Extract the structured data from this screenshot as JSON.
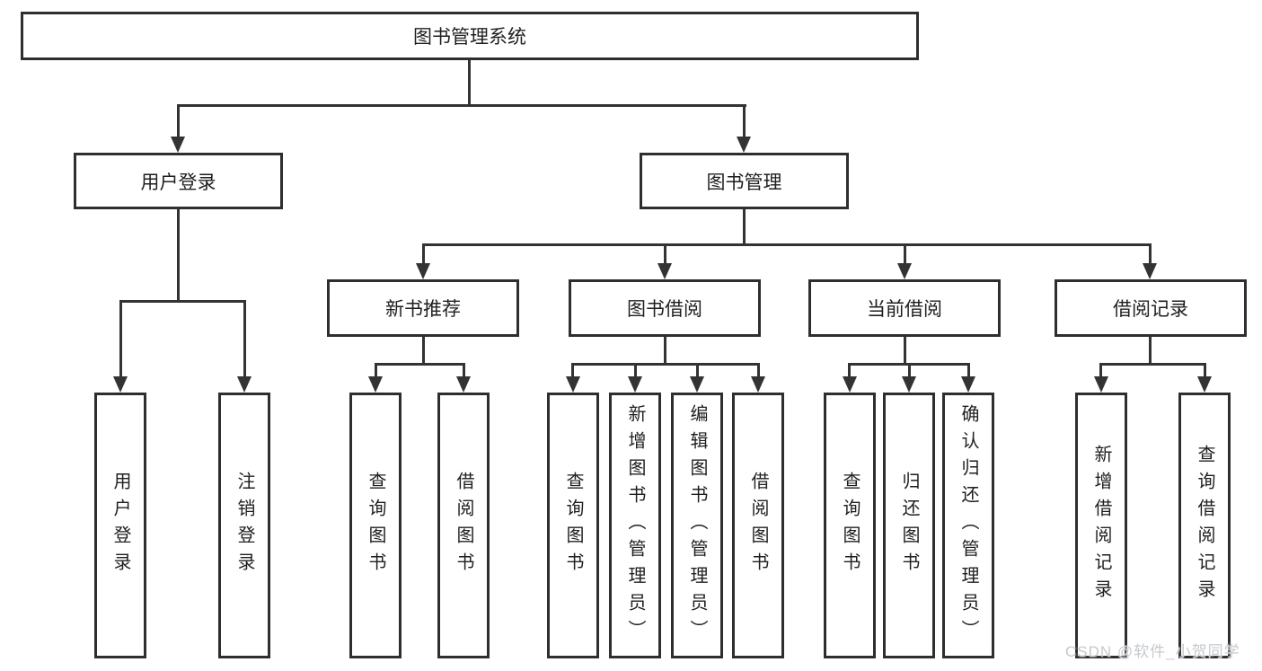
{
  "diagram_title": "图书管理系统",
  "colors": {
    "line": "#333333",
    "border": "#2e2e2e",
    "text": "#1f1f1f",
    "background": "#ffffff",
    "watermark": "#c6c9cd"
  },
  "root": {
    "label": "图书管理系统"
  },
  "level2": {
    "user_login": {
      "label": "用户登录"
    },
    "book_management": {
      "label": "图书管理"
    }
  },
  "level3": {
    "new_book_recommend": {
      "label": "新书推荐"
    },
    "book_borrow": {
      "label": "图书借阅"
    },
    "current_borrow": {
      "label": "当前借阅"
    },
    "borrow_records": {
      "label": "借阅记录"
    }
  },
  "level4": {
    "user_login": {
      "label": "用户登录"
    },
    "logout": {
      "label": "注销登录"
    },
    "recommend_query_book": {
      "label": "查询图书"
    },
    "recommend_borrow_book": {
      "label": "借阅图书"
    },
    "borrow_query_book": {
      "label": "查询图书"
    },
    "borrow_add_book": {
      "label": "新增图书（管理员）"
    },
    "borrow_edit_book": {
      "label": "编辑图书（管理员）"
    },
    "borrow_lend_book": {
      "label": "借阅图书"
    },
    "current_query_book": {
      "label": "查询图书"
    },
    "current_return_book": {
      "label": "归还图书"
    },
    "current_confirm_return": {
      "label": "确认归还（管理员）"
    },
    "records_add_record": {
      "label": "新增借阅记录"
    },
    "records_query_record": {
      "label": "查询借阅记录"
    }
  },
  "watermark": {
    "text": "CSDN @软件_小贺同学"
  }
}
